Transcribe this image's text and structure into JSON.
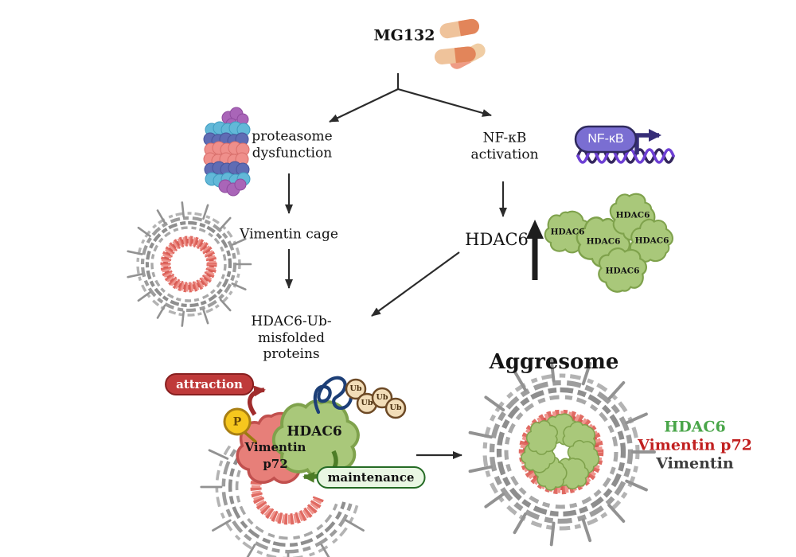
{
  "diagram": {
    "mg132": "MG132",
    "proteasome_dysfunction": {
      "line1": "proteasome",
      "line2": "dysfunction"
    },
    "nfkb_activation": {
      "line1": "NF-κB",
      "line2": "activation"
    },
    "vimentin_cage": "Vimentin cage",
    "hdac6": "HDAC6",
    "hdac6_ub": {
      "line1": "HDAC6-Ub-",
      "line2": "misfolded",
      "line3": "proteins"
    },
    "aggresome_title": "Aggresome"
  },
  "nfkb_gene": {
    "label": "NF-κB"
  },
  "hdac6_pool": {
    "labels": [
      "HDAC6",
      "HDAC6",
      "HDAC6",
      "HDAC6",
      "HDAC6"
    ]
  },
  "complex": {
    "attraction": "attraction",
    "maintenance": "maintenance",
    "phospho": "P",
    "vimentin_p72": {
      "line1": "Vimentin",
      "line2": "p72"
    },
    "hdac6": "HDAC6",
    "ub": [
      "Ub",
      "Ub",
      "Ub",
      "Ub"
    ]
  },
  "legend": {
    "items": [
      {
        "label": "HDAC6",
        "color": "#4aa64a"
      },
      {
        "label": "Vimentin p72",
        "color": "#c11f1f"
      },
      {
        "label": "Vimentin",
        "color": "#3d3d3d"
      }
    ]
  },
  "colors": {
    "hdac6_green": "#a9c87a",
    "vimentin_p72_red": "#e77f79",
    "cage_gray": "#9a9a9a",
    "cage_inner_red": "#e06a62",
    "nfkb_purple": "#7a6ed2",
    "ubiquitin_tan": "#f2ddb8",
    "phospho_yellow": "#f6c71e",
    "attraction_red": "#bf3a3a",
    "maintenance_green": "#e9f7e3",
    "arrow_black": "#2b2b2b"
  }
}
